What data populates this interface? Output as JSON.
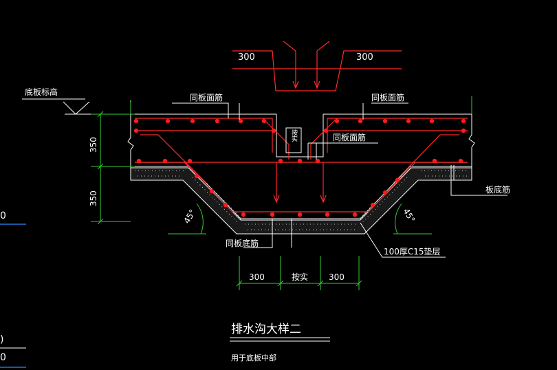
{
  "drawing": {
    "title": "排水沟大样二",
    "subtitle": "用于底板中部",
    "labels": {
      "base_elevation": "底板标高",
      "same_slab_top_left": "同板面筋",
      "same_slab_top_right": "同板面筋",
      "same_slab_top_mid": "同板面筋",
      "same_slab_bottom": "同板底筋",
      "slab_bottom_rebar": "板底筋",
      "cushion": "100厚C15垫层",
      "vertical_text": "按实",
      "dim_as_actual": "按实"
    },
    "dimensions": {
      "top_left": "300",
      "top_right": "300",
      "height_upper": "350",
      "height_lower": "350",
      "bottom_left": "300",
      "bottom_right": "300",
      "angle_left": "45°",
      "angle_right": "45°"
    },
    "edge_fragments": {
      "left_1": "0",
      "left_2": ")",
      "left_3": "0"
    },
    "colors": {
      "background": "#000000",
      "rebar": "#ff2a2a",
      "dots": "#ff1a1a",
      "outline": "#ffffff",
      "dimension": "#33cc33",
      "leader": "#ffffff",
      "accent_line": "#2a8cff"
    }
  }
}
